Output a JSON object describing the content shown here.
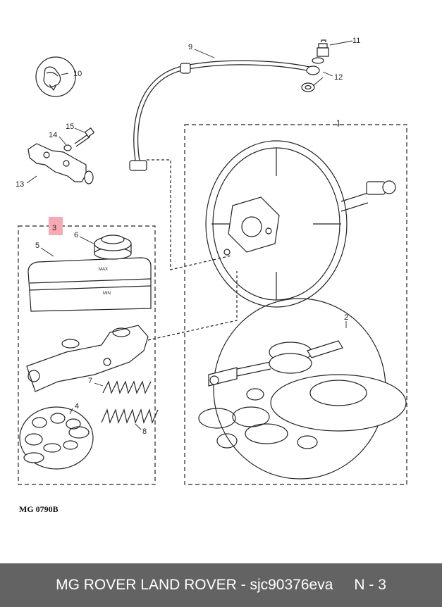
{
  "diagram": {
    "callouts": {
      "c1": "1",
      "c2": "2",
      "c3": "3",
      "c4": "4",
      "c5": "5",
      "c6": "6",
      "c7": "7",
      "c8": "8",
      "c9": "9",
      "c10": "10",
      "c11": "11",
      "c12": "12",
      "c13": "13",
      "c14": "14",
      "c15": "15"
    },
    "reservoir_label": "MAX",
    "reservoir_min_label": "MIN",
    "drawing_ref": "MG 0790B",
    "highlighted_callout": "3",
    "highlight_color": "#f7a9b4"
  },
  "footer": {
    "brand": "MG ROVER LAND ROVER - sjc90376eva",
    "page": "N - 3",
    "background": "#636363"
  }
}
